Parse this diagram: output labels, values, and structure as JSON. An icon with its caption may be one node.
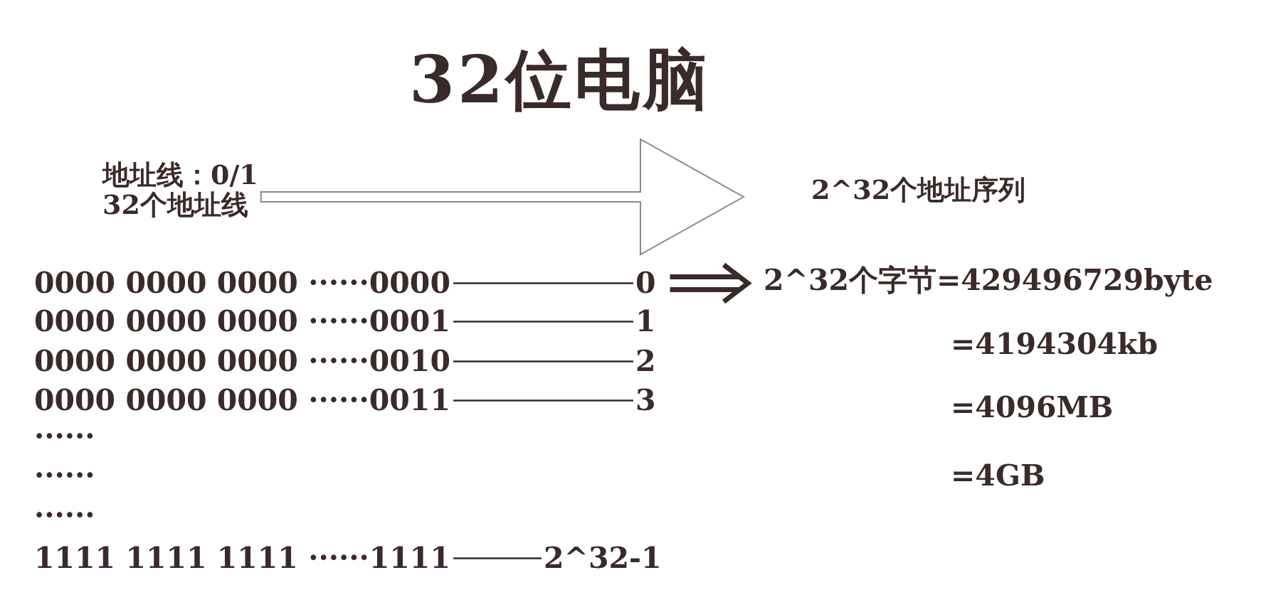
{
  "diagram": {
    "title": "32位电脑",
    "nodes": [
      {
        "text": [
          "地址线：0/1",
          "32个地址线"
        ]
      },
      {
        "text": [
          "2^32个地址序列"
        ]
      },
      {
        "text": [
          "0000 0000 0000 ······0000"
        ]
      },
      {
        "text": [
          "0000 0000 0000 ······0001"
        ]
      },
      {
        "text": [
          "0000 0000 0000 ······0010"
        ]
      },
      {
        "text": [
          "0000 0000 0000 ······0011"
        ]
      },
      {
        "text": [
          "1111 1111 1111 ······1111"
        ]
      },
      {
        "text": [
          "0"
        ]
      },
      {
        "text": [
          "1"
        ]
      },
      {
        "text": [
          "2"
        ]
      },
      {
        "text": [
          "3"
        ]
      },
      {
        "text": [
          "2^32-1"
        ]
      },
      {
        "text": [
          "2^32个字节=429496729byte"
        ]
      }
    ],
    "edges": [
      {
        "from": 0,
        "to": 1,
        "arrow": "to"
      },
      {
        "from": 2,
        "to": 7,
        "arrow": "none"
      },
      {
        "from": 3,
        "to": 8,
        "arrow": "none"
      },
      {
        "from": 4,
        "to": 9,
        "arrow": "none"
      },
      {
        "from": 5,
        "to": 10,
        "arrow": "none"
      },
      {
        "from": 6,
        "to": 11,
        "arrow": "none"
      },
      {
        "from": 7,
        "to": 12,
        "arrow": "to",
        "style": "thick"
      }
    ],
    "labels": [
      "······",
      "······",
      "······",
      "=4194304kb",
      "=4096MB",
      "=4GB"
    ]
  }
}
